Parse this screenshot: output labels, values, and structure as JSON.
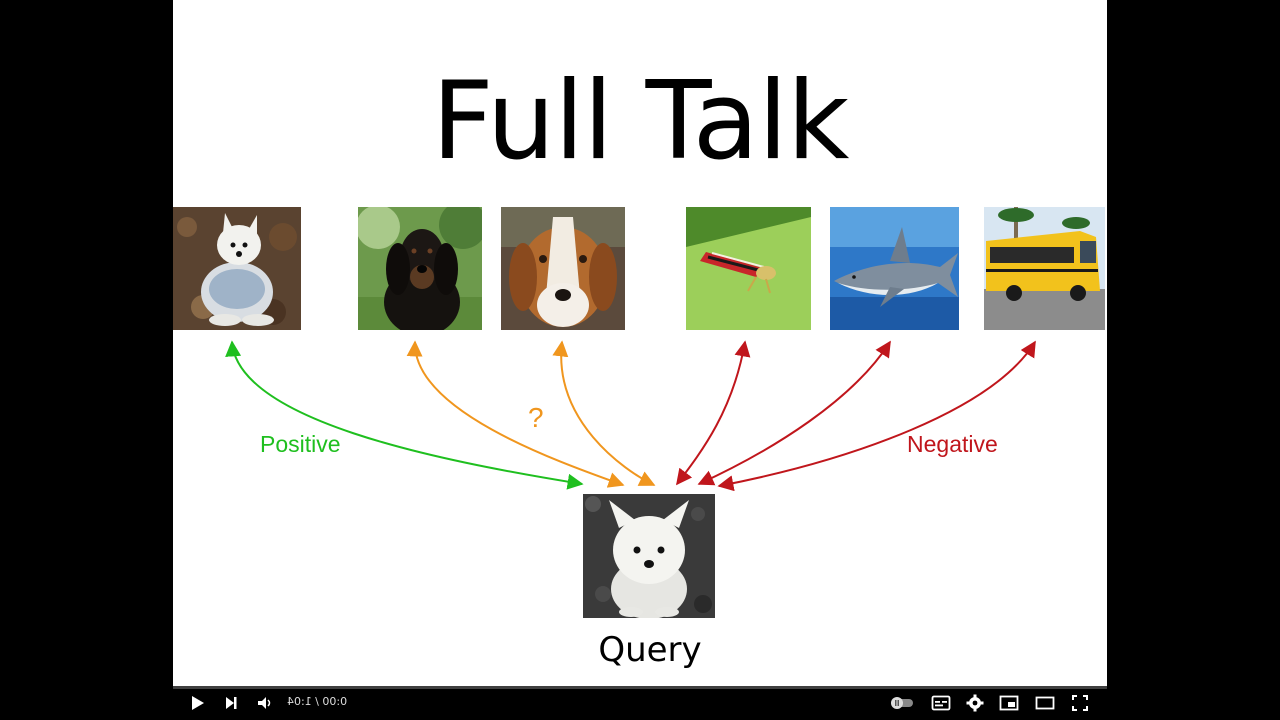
{
  "slide": {
    "title": "Full Talk",
    "labels": {
      "positive": "Positive",
      "question": "?",
      "negative": "Negative",
      "query": "Query"
    },
    "colors": {
      "positive": "#1fbf1f",
      "uncertain": "#f0961e",
      "negative": "#c0161c"
    },
    "images": [
      {
        "name": "west-highland-terrier-image",
        "group": "positive"
      },
      {
        "name": "black-hound-dog-image",
        "group": "uncertain"
      },
      {
        "name": "beagle-dog-image",
        "group": "uncertain"
      },
      {
        "name": "leafhopper-insect-image",
        "group": "negative"
      },
      {
        "name": "shark-image",
        "group": "negative"
      },
      {
        "name": "school-bus-image",
        "group": "negative"
      }
    ],
    "query_image": "query-west-highland-terrier-image"
  },
  "player": {
    "time_display": "0:00 / 1:04",
    "progress_fraction": 0,
    "icons": {
      "play": "play-icon",
      "next": "next-icon",
      "volume": "volume-icon",
      "autoplay": "autoplay-toggle-icon",
      "subtitles": "subtitles-icon",
      "settings": "gear-icon",
      "miniplayer": "miniplayer-icon",
      "theater": "theater-mode-icon",
      "fullscreen": "fullscreen-icon"
    }
  }
}
